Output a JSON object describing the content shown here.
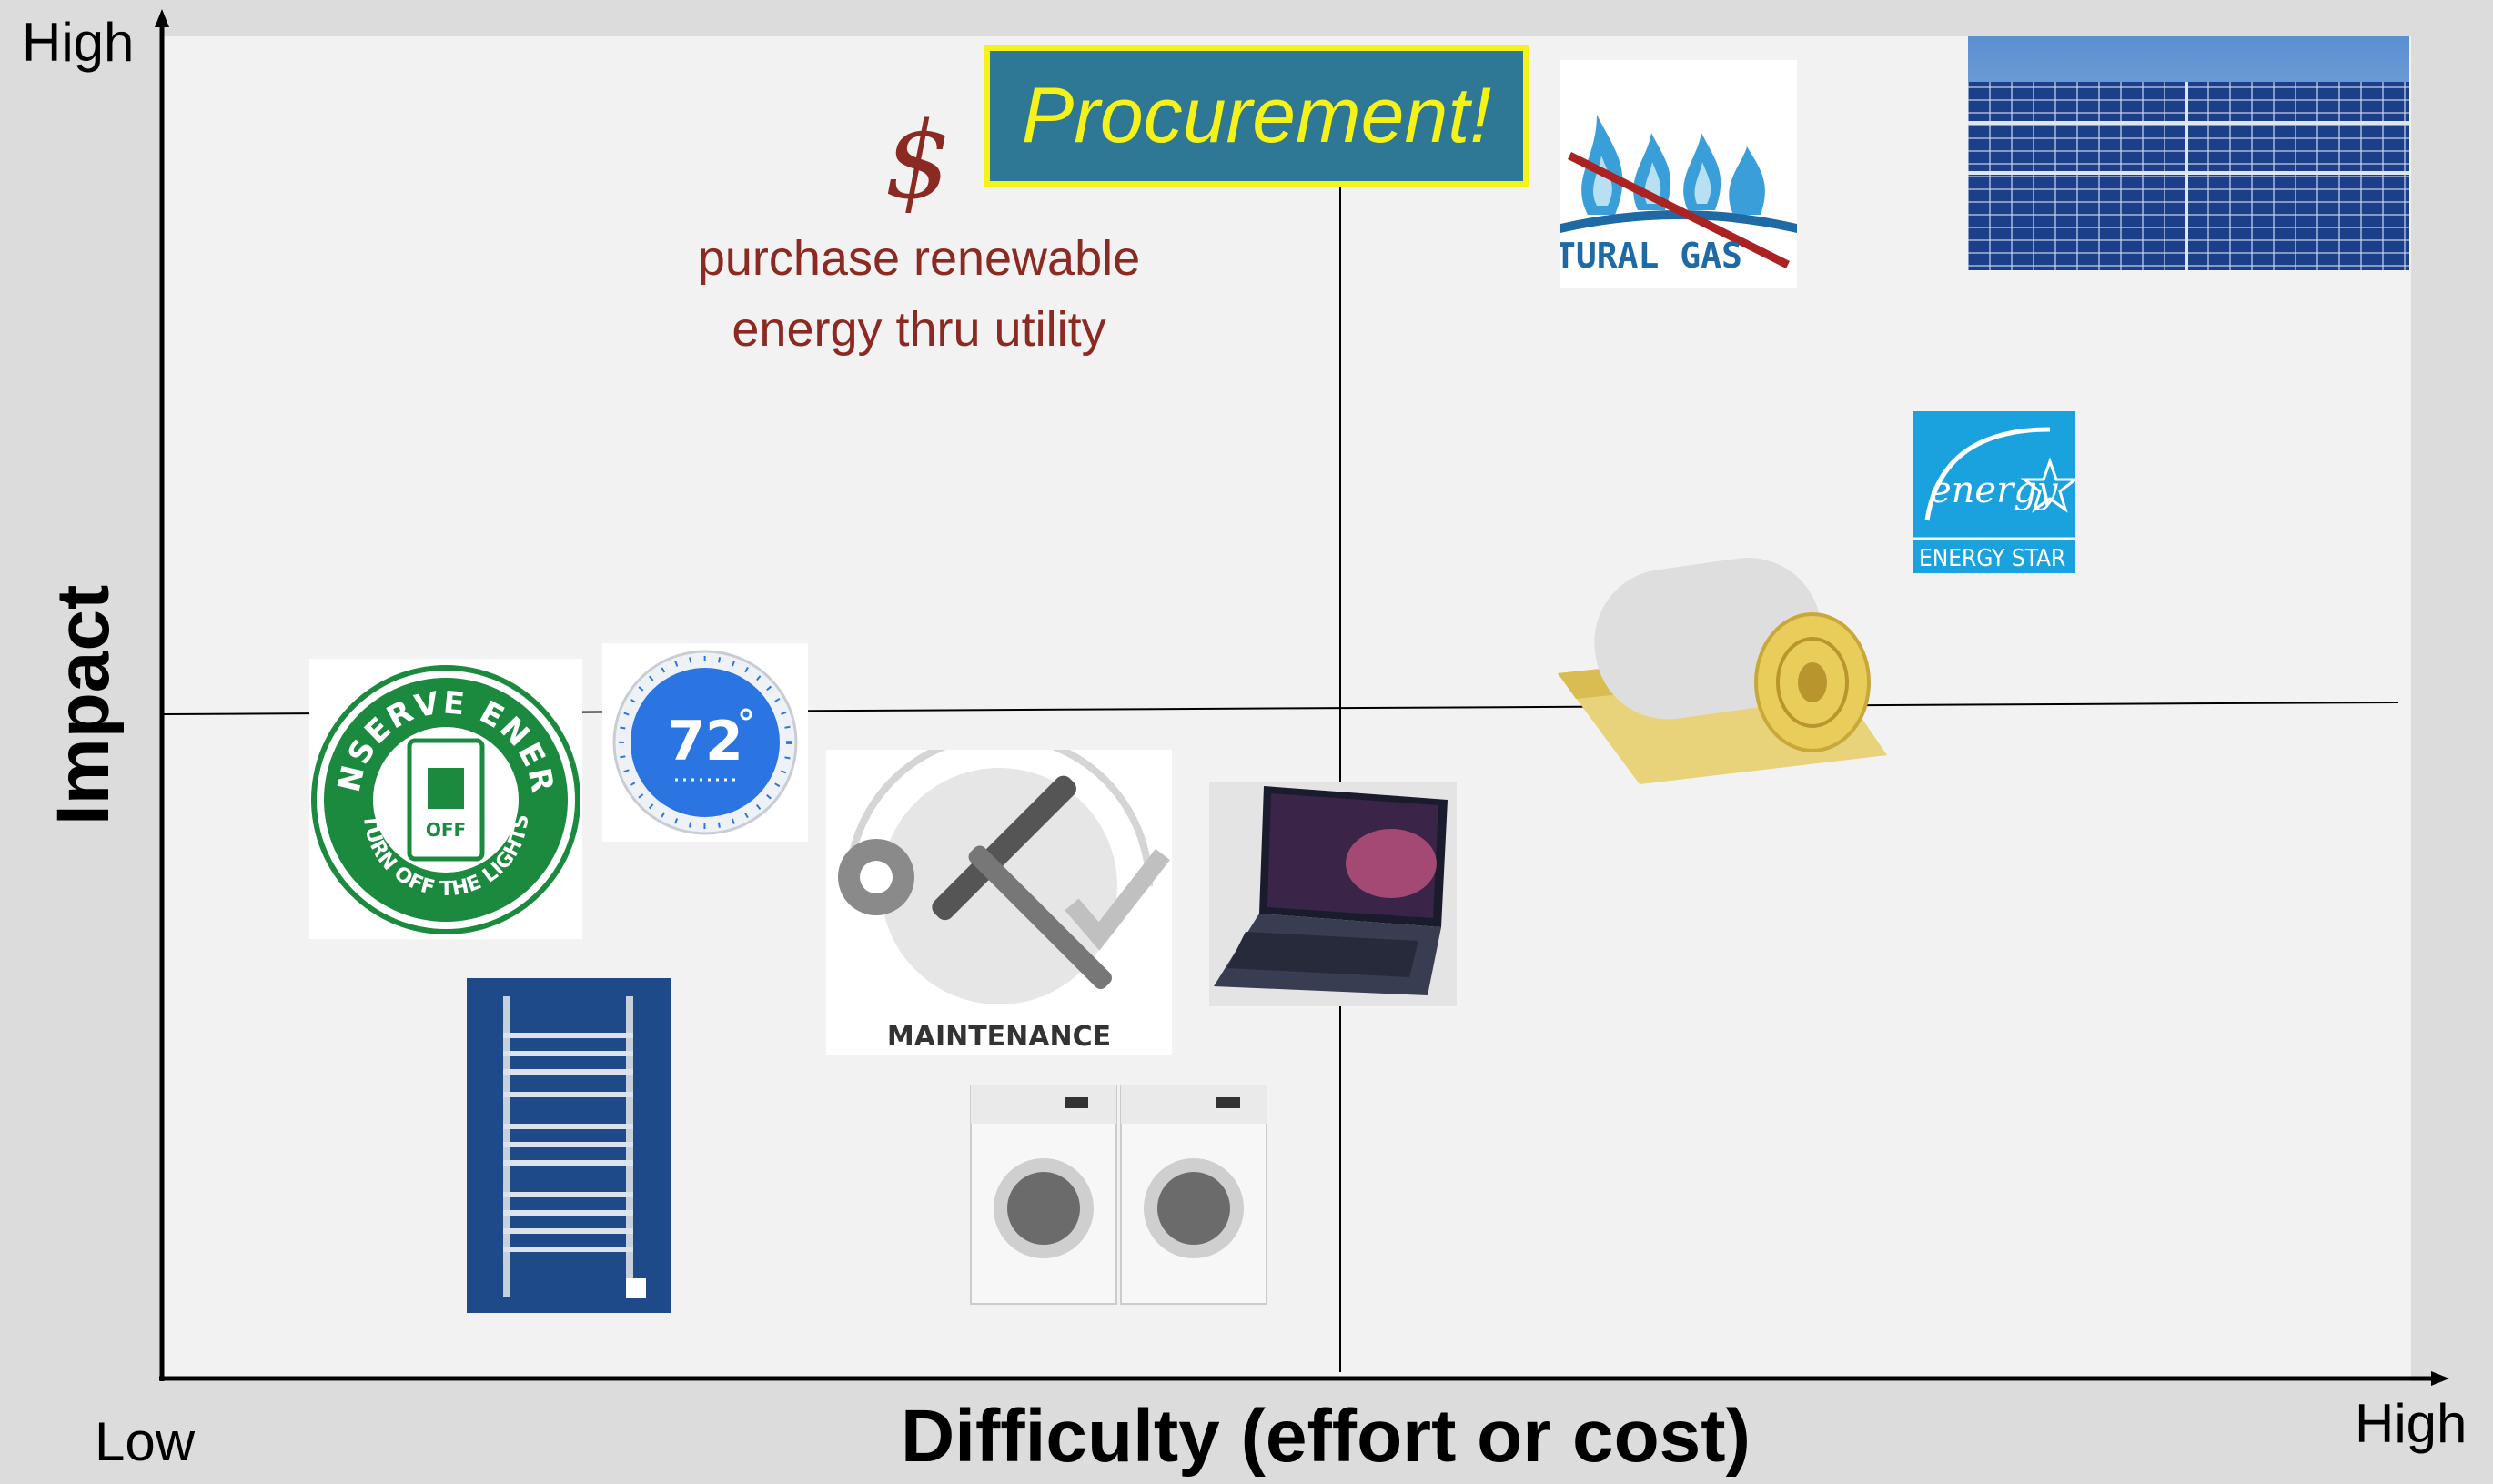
{
  "axes": {
    "y_title": "Impact",
    "y_high": "High",
    "x_title": "Difficulty (effort or cost)",
    "x_low": "Low",
    "x_high": "High"
  },
  "callout": {
    "text": "Procurement!"
  },
  "procurement_item": {
    "icon": "dollar-icon",
    "symbol": "$",
    "line1": "purchase renewable",
    "line2": "energy thru utility"
  },
  "images": {
    "natural_gas_caption": "TURAL GAS",
    "energy_star_caption": "ENERGY STAR",
    "energy_star_script": "energy",
    "conserve_top": "CONSERVE ENERGY",
    "conserve_bottom": "TURN OFF THE LIGHTS",
    "conserve_switch": "OFF",
    "thermostat_value": "72",
    "maintenance_caption": "MAINTENANCE"
  },
  "colors": {
    "plot_background": "#f2f2f2",
    "slide_background": "#dcdcdc",
    "callout_fill": "#2e7795",
    "callout_text": "#f5f21a",
    "renewable_text": "#8b2a22"
  }
}
